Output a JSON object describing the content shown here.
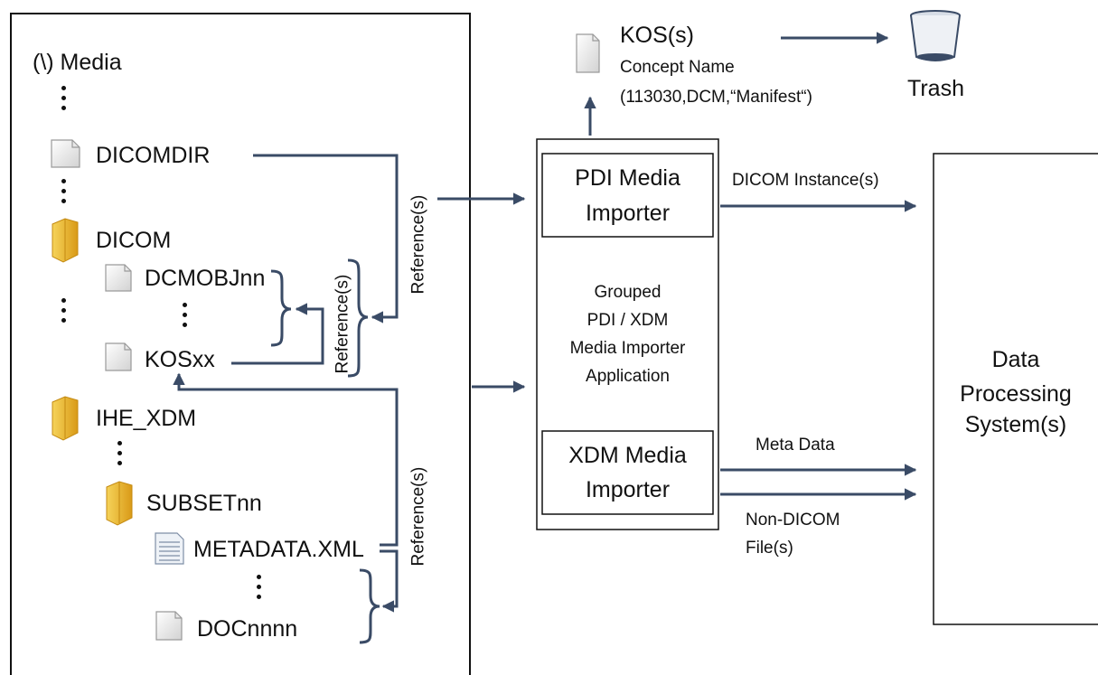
{
  "media_tree": {
    "root": "(\\) Media",
    "dicomdir": "DICOMDIR",
    "dicom_folder": "DICOM",
    "dcmobj": "DCMOBJnn",
    "kos": "KOSxx",
    "ihe_xdm": "IHE_XDM",
    "subset": "SUBSETnn",
    "metadata": "METADATA.XML",
    "doc": "DOCnnnn"
  },
  "references": {
    "label": "Reference(s)"
  },
  "kos_output": {
    "title": "KOS(s)",
    "line1": "Concept Name",
    "line2": "(113030,DCM,“Manifest“)"
  },
  "trash": {
    "label": "Trash"
  },
  "application": {
    "pdi_line1": "PDI Media",
    "pdi_line2": "Importer",
    "grouped_line1": "Grouped",
    "grouped_line2": "PDI / XDM",
    "grouped_line3": "Media Importer",
    "grouped_line4": "Application",
    "xdm_line1": "XDM Media",
    "xdm_line2": "Importer"
  },
  "flows": {
    "dicom_instances": "DICOM Instance(s)",
    "meta_data": "Meta Data",
    "non_dicom_line1": "Non-DICOM",
    "non_dicom_line2": "File(s)"
  },
  "data_processing": {
    "line1": "Data",
    "line2": "Processing",
    "line3": "System(s)"
  },
  "colors": {
    "arrow": "#3a4b66",
    "border": "#111111",
    "folder": "#e9b52b",
    "file": "#cfcfcf"
  }
}
